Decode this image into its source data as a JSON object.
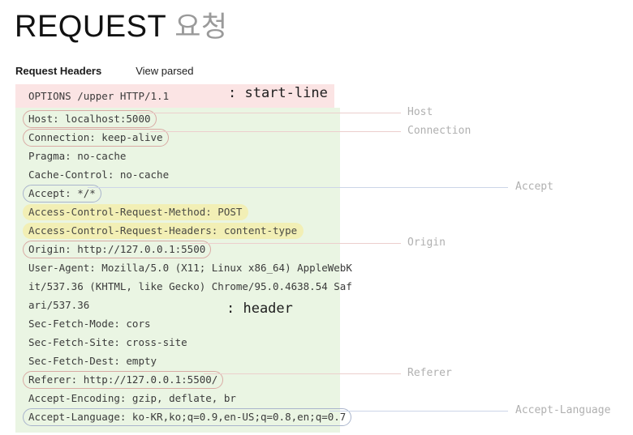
{
  "title": {
    "main": "REQUEST",
    "sub": "요청"
  },
  "tabs": [
    {
      "label": "Request Headers",
      "active": true
    },
    {
      "label": "View parsed",
      "active": false
    }
  ],
  "inline_annotations": {
    "start_line": ": start-line",
    "header": ": header"
  },
  "start_line": {
    "text": "OPTIONS /upper HTTP/1.1",
    "background": "#fbe4e4"
  },
  "headers_block": {
    "background": "#eaf5e3"
  },
  "header_lines": [
    {
      "text": "Host: localhost:5000",
      "style": "pill-rose"
    },
    {
      "text": "Connection: keep-alive",
      "style": "pill-rose"
    },
    {
      "text": "Pragma: no-cache",
      "style": "plain"
    },
    {
      "text": "Cache-Control: no-cache",
      "style": "plain"
    },
    {
      "text": "Accept: */*",
      "style": "pill-blue"
    },
    {
      "text": "Access-Control-Request-Method: POST",
      "style": "mark-yellow"
    },
    {
      "text": "Access-Control-Request-Headers: content-type",
      "style": "mark-yellow"
    },
    {
      "text": "Origin: http://127.0.0.1:5500",
      "style": "pill-rose"
    },
    {
      "text": "User-Agent: Mozilla/5.0 (X11; Linux x86_64) AppleWebK",
      "style": "plain"
    },
    {
      "text": "it/537.36 (KHTML, like Gecko) Chrome/95.0.4638.54 Saf",
      "style": "plain"
    },
    {
      "text": "ari/537.36",
      "style": "plain"
    },
    {
      "text": "Sec-Fetch-Mode: cors",
      "style": "plain"
    },
    {
      "text": "Sec-Fetch-Site: cross-site",
      "style": "plain"
    },
    {
      "text": "Sec-Fetch-Dest: empty",
      "style": "plain"
    },
    {
      "text": "Referer: http://127.0.0.1:5500/",
      "style": "pill-rose"
    },
    {
      "text": "Accept-Encoding: gzip, deflate, br",
      "style": "plain"
    },
    {
      "text": "Accept-Language: ko-KR,ko;q=0.9,en-US;q=0.8,en;q=0.7",
      "style": "pill-blue"
    }
  ],
  "side_labels": [
    {
      "label": "Host",
      "color": "rose"
    },
    {
      "label": "Connection",
      "color": "rose"
    },
    {
      "label": "Accept",
      "color": "blue"
    },
    {
      "label": "Origin",
      "color": "rose"
    },
    {
      "label": "Referer",
      "color": "rose"
    },
    {
      "label": "Accept-Language",
      "color": "blue"
    }
  ],
  "colors": {
    "start_line_bg": "#fbe4e4",
    "headers_bg": "#eaf5e3",
    "pill_rose_border": "#d9aaa4",
    "pill_blue_border": "#a9b4cc",
    "mark_yellow_bg": "#f2efb5",
    "leader_rose": "#eccfcd",
    "leader_blue": "#ccd5e8",
    "side_label_text": "#b0b0b0",
    "mono_text": "#3b3b3b",
    "title_sub": "#9a9a9a"
  }
}
